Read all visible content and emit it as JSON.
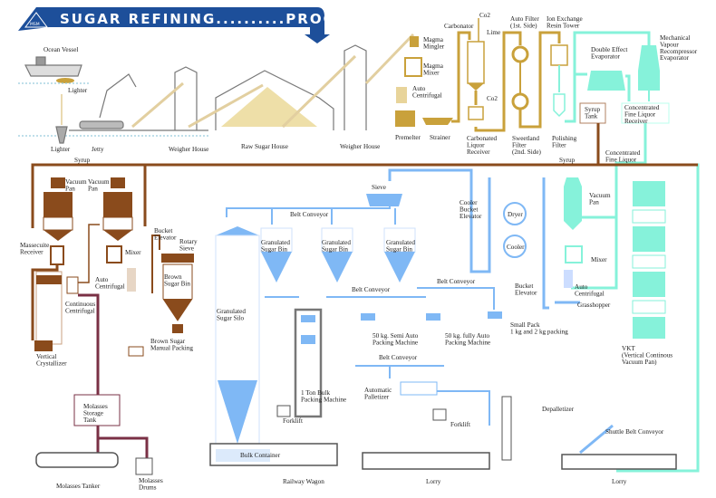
{
  "header": {
    "title": "SUGAR REFINING..........PROCESS CHART",
    "logo_text": "MSM"
  },
  "colors": {
    "banner": "#1d4f9a",
    "raw": "#c9a13b",
    "brown": "#8a4b1c",
    "fine_liquor": "#86f2da",
    "white_sugar": "#7fb8f5",
    "molasses": "#7a3045"
  },
  "labels": [
    {
      "id": "ocean-vessel",
      "lines": [
        "Ocean Vessel"
      ]
    },
    {
      "id": "lighter-1",
      "lines": [
        "Lighter"
      ]
    },
    {
      "id": "lighter-2",
      "lines": [
        "Lighter"
      ]
    },
    {
      "id": "jetty",
      "lines": [
        "Jetty"
      ]
    },
    {
      "id": "weigher-house-1",
      "lines": [
        "Weigher House"
      ]
    },
    {
      "id": "raw-sugar-house",
      "lines": [
        "Raw Sugar House"
      ]
    },
    {
      "id": "weigher-house-2",
      "lines": [
        "Weigher House"
      ]
    },
    {
      "id": "magma-mingler",
      "lines": [
        "Magma",
        "Mingler"
      ]
    },
    {
      "id": "magma-mixer",
      "lines": [
        "Magma",
        "Mixer"
      ]
    },
    {
      "id": "auto-centrifugal-1",
      "lines": [
        "Auto",
        "Centrifugal"
      ]
    },
    {
      "id": "premelter",
      "lines": [
        "Premelter"
      ]
    },
    {
      "id": "strainer",
      "lines": [
        "Strainer"
      ]
    },
    {
      "id": "carbonator",
      "lines": [
        "Carbonator"
      ]
    },
    {
      "id": "co2-top",
      "lines": [
        "Co2"
      ]
    },
    {
      "id": "lime",
      "lines": [
        "Lime"
      ]
    },
    {
      "id": "co2-mid",
      "lines": [
        "Co2"
      ]
    },
    {
      "id": "carbonated-liquor-receiver",
      "lines": [
        "Carbonated",
        "Liquor",
        "Receiver"
      ]
    },
    {
      "id": "auto-filter",
      "lines": [
        "Auto Filter",
        "(1st. Side)"
      ]
    },
    {
      "id": "sweetland-filter",
      "lines": [
        "Sweetland",
        "Filter",
        "(2nd. Side)"
      ]
    },
    {
      "id": "ion-exchange",
      "lines": [
        "Ion Exchange",
        "Resin Tower"
      ]
    },
    {
      "id": "polishing-filter",
      "lines": [
        "Polishing",
        "Filter"
      ]
    },
    {
      "id": "double-effect-evaporator",
      "lines": [
        "Double Effect",
        "Evaporator"
      ]
    },
    {
      "id": "mvr-evaporator",
      "lines": [
        "Mechanical",
        "Vapour",
        "Recompressor",
        "Evaporator"
      ]
    },
    {
      "id": "syrup-tank",
      "lines": [
        "Syrup",
        "Tank"
      ]
    },
    {
      "id": "cfl-receiver",
      "lines": [
        "Concentrated",
        "Fine Liquor",
        "Receiver"
      ]
    },
    {
      "id": "concentrated-fine-liquor",
      "lines": [
        "Concentrated",
        "Fine Liquor"
      ]
    },
    {
      "id": "syrup-right",
      "lines": [
        "Syrup"
      ]
    },
    {
      "id": "syrup-left",
      "lines": [
        "Syrup"
      ]
    },
    {
      "id": "vacuum-pan-1",
      "lines": [
        "Vacuum",
        "Pan"
      ]
    },
    {
      "id": "vacuum-pan-2",
      "lines": [
        "Vacuum",
        "Pan"
      ]
    },
    {
      "id": "massecuite-receiver",
      "lines": [
        "Massecuite",
        "Receiver"
      ]
    },
    {
      "id": "mixer-1",
      "lines": [
        "Mixer"
      ]
    },
    {
      "id": "auto-centrifugal-2",
      "lines": [
        "Auto",
        "Centrifugal"
      ]
    },
    {
      "id": "continuous-centrifugal",
      "lines": [
        "Continuous",
        "Centrifugal"
      ]
    },
    {
      "id": "bucket-elevator-1",
      "lines": [
        "Bucket",
        "Elevator"
      ]
    },
    {
      "id": "rotary-sieve",
      "lines": [
        "Rotary",
        "Sieve"
      ]
    },
    {
      "id": "brown-sugar-bin",
      "lines": [
        "Brown",
        "Sugar Bin"
      ]
    },
    {
      "id": "brown-sugar-packing",
      "lines": [
        "Brown Sugar",
        "Manual Packing"
      ]
    },
    {
      "id": "vertical-crystallizer",
      "lines": [
        "Vertical",
        "Crystallizer"
      ]
    },
    {
      "id": "molasses-storage-tank",
      "lines": [
        "Molasses",
        "Storage",
        "Tank"
      ]
    },
    {
      "id": "molasses-tanker",
      "lines": [
        "Molasses Tanker"
      ]
    },
    {
      "id": "molasses-drums",
      "lines": [
        "Molasses",
        "Drums"
      ]
    },
    {
      "id": "sieve",
      "lines": [
        "Sieve"
      ]
    },
    {
      "id": "belt-conveyor-1",
      "lines": [
        "Belt Conveyor"
      ]
    },
    {
      "id": "granulated-bin-1",
      "lines": [
        "Granulated",
        "Sugar Bin"
      ]
    },
    {
      "id": "granulated-bin-2",
      "lines": [
        "Granulated",
        "Sugar Bin"
      ]
    },
    {
      "id": "granulated-bin-3",
      "lines": [
        "Granulated",
        "Sugar Bin"
      ]
    },
    {
      "id": "granulated-silo",
      "lines": [
        "Granulated",
        "Sugar Silo"
      ]
    },
    {
      "id": "belt-conveyor-2",
      "lines": [
        "Belt Conveyor"
      ]
    },
    {
      "id": "belt-conveyor-3",
      "lines": [
        "Belt Conveyor"
      ]
    },
    {
      "id": "semi-auto-packing",
      "lines": [
        "50 kg. Semi Auto",
        "Packing Machine"
      ]
    },
    {
      "id": "fully-auto-packing",
      "lines": [
        "50 kg. fully Auto",
        "Packing Machine"
      ]
    },
    {
      "id": "small-pack",
      "lines": [
        "Small Pack",
        "1 kg and 2 kg packing"
      ]
    },
    {
      "id": "belt-conveyor-4",
      "lines": [
        "Belt Conveyor"
      ]
    },
    {
      "id": "bulk-packing",
      "lines": [
        "1 Ton Bulk",
        "Packing Machine"
      ]
    },
    {
      "id": "automatic-palletizer",
      "lines": [
        "Automatic",
        "Palletizer"
      ]
    },
    {
      "id": "forklift-1",
      "lines": [
        "Forklift"
      ]
    },
    {
      "id": "forklift-2",
      "lines": [
        "Forklift"
      ]
    },
    {
      "id": "bulk-container",
      "lines": [
        "Bulk Container"
      ]
    },
    {
      "id": "railway-wagon",
      "lines": [
        "Railway Wagon"
      ]
    },
    {
      "id": "lorry-1",
      "lines": [
        "Lorry"
      ]
    },
    {
      "id": "depalletizer",
      "lines": [
        "Depalletizer"
      ]
    },
    {
      "id": "shuttle-belt-conveyor",
      "lines": [
        "Shuttle Belt Conveyor"
      ]
    },
    {
      "id": "lorry-2",
      "lines": [
        "Lorry"
      ]
    },
    {
      "id": "cooler-bucket-elevator",
      "lines": [
        "Cooler",
        "Bucket",
        "Elevator"
      ]
    },
    {
      "id": "dryer",
      "lines": [
        "Dryer"
      ]
    },
    {
      "id": "cooler",
      "lines": [
        "Cooler"
      ]
    },
    {
      "id": "bucket-elevator-2",
      "lines": [
        "Bucket",
        "Elevator"
      ]
    },
    {
      "id": "vacuum-pan-3",
      "lines": [
        "Vacuum",
        "Pan"
      ]
    },
    {
      "id": "mixer-2",
      "lines": [
        "Mixer"
      ]
    },
    {
      "id": "auto-centrifugal-3",
      "lines": [
        "Auto",
        "Centrifugal"
      ]
    },
    {
      "id": "grasshopper",
      "lines": [
        "Grasshopper"
      ]
    },
    {
      "id": "vkt",
      "lines": [
        "VKT",
        "(Vertical Continous",
        "Vacuum Pan)"
      ]
    }
  ]
}
